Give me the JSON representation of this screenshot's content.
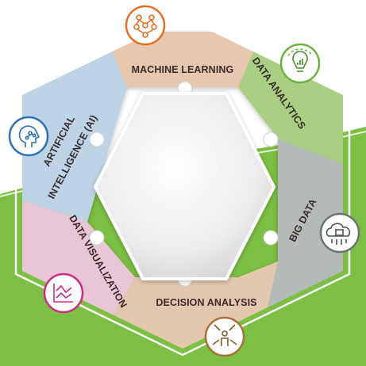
{
  "diagram": {
    "segments": [
      {
        "id": "machine-learning",
        "label": "MACHINE LEARNING",
        "color": "#e7c7ad",
        "icon": "neural-network-icon",
        "icon_color": "#e36f24"
      },
      {
        "id": "data-analytics",
        "label": "DATA ANALYTICS",
        "color": "#a9cf83",
        "icon": "lightbulb-chart-icon",
        "icon_color": "#6db33f"
      },
      {
        "id": "big-data",
        "label": "BIG DATA",
        "color": "#b4bab8",
        "icon": "cloud-chip-icon",
        "icon_color": "#6b7472"
      },
      {
        "id": "decision-analysis",
        "label": "DECISION ANALYSIS",
        "color": "#e4c8ae",
        "icon": "decision-person-icon",
        "icon_color": "#a9713a"
      },
      {
        "id": "data-visualization",
        "label": "DATA VISUALIZATION",
        "color": "#e8c6d6",
        "icon": "chart-visualization-icon",
        "icon_color": "#cf2a86"
      },
      {
        "id": "artificial-intelligence",
        "label_line1": "ARTIFICIAL",
        "label_line2": "INTELLIGENCE (AI)",
        "color": "#bdd4e6",
        "icon": "ai-head-icon",
        "icon_color": "#2f6fb8"
      }
    ],
    "center_color": "#e6e6e8",
    "background_green": "#7cbf44"
  }
}
